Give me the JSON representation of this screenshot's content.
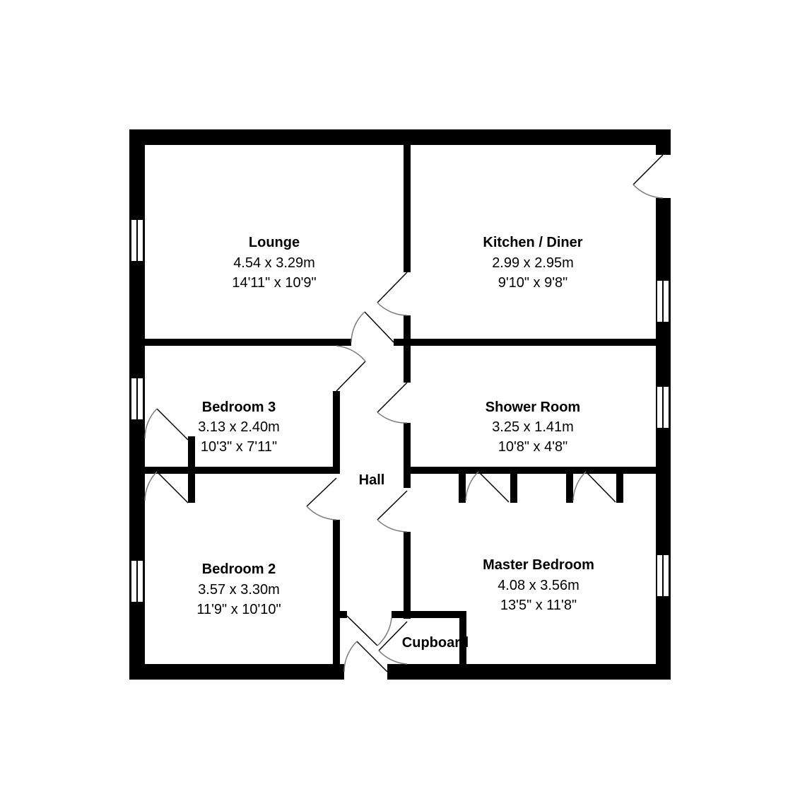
{
  "colors": {
    "wall": "#000000",
    "door_arc": "#7a7a7a",
    "window": "#ffffff",
    "background": "#ffffff"
  },
  "rooms": [
    {
      "key": "lounge",
      "name": "Lounge",
      "metric": "4.54 x 3.29m",
      "imperial": "14'11\" x 10'9\""
    },
    {
      "key": "kitchen",
      "name": "Kitchen / Diner",
      "metric": "2.99 x 2.95m",
      "imperial": "9'10\" x 9'8\""
    },
    {
      "key": "bedroom3",
      "name": "Bedroom 3",
      "metric": "3.13 x 2.40m",
      "imperial": "10'3\" x 7'11\""
    },
    {
      "key": "shower",
      "name": "Shower Room",
      "metric": "3.25 x 1.41m",
      "imperial": "10'8\" x 4'8\""
    },
    {
      "key": "hall",
      "name": "Hall"
    },
    {
      "key": "bedroom2",
      "name": "Bedroom 2",
      "metric": "3.57 x 3.30m",
      "imperial": "11'9\" x 10'10\""
    },
    {
      "key": "master",
      "name": "Master Bedroom",
      "metric": "4.08 x 3.56m",
      "imperial": "13'5\" x 11'8\""
    },
    {
      "key": "cupboard",
      "name": "Cupboard"
    }
  ]
}
